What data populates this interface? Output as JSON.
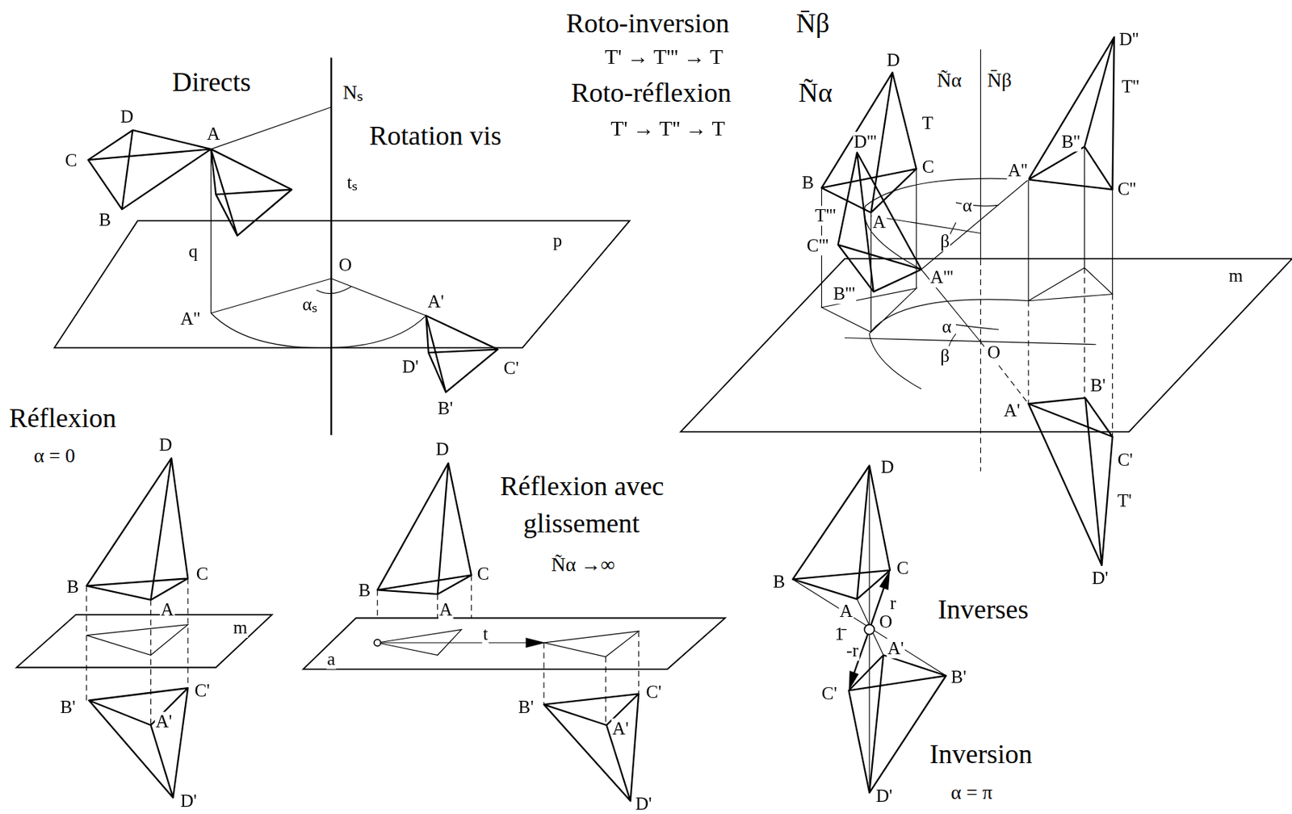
{
  "diagram": {
    "labels": [
      "Directs",
      "Nₛ",
      "Rotation vis",
      "tₛ",
      "D",
      "A",
      "C",
      "B",
      "q",
      "O",
      "p",
      "A''",
      "αₛ",
      "A'",
      "D'",
      "C'",
      "B'",
      "Roto-inversion",
      "N̄β",
      "T' → T''' → T",
      "Roto-réflexion",
      "Ñα",
      "T' → T'' → T",
      "D",
      "Ñα",
      "N̄β",
      "D''",
      "T''",
      "T",
      "D'''",
      "B''",
      "C",
      "A''",
      "B",
      "C''",
      "α",
      "T'''",
      "A",
      "β",
      "C'''",
      "A'''",
      "m",
      "B'''",
      "α",
      "β",
      "O",
      "B'",
      "A'",
      "C'",
      "T'",
      "D'",
      "Réflexion",
      "α = 0",
      "D",
      "B",
      "C",
      "A",
      "m",
      "B'",
      "C'",
      "A'",
      "D'",
      "D",
      "Réflexion avec",
      "glissement",
      "Ñα →∞",
      "B",
      "C",
      "A",
      "t",
      "a",
      "B'",
      "C'",
      "A'",
      "D'",
      "D",
      "C",
      "B",
      "A",
      "Inverses",
      "r",
      "O",
      "1̄",
      "-r",
      "A'",
      "B'",
      "C'",
      "Inversion",
      "D'",
      "α = π"
    ]
  }
}
